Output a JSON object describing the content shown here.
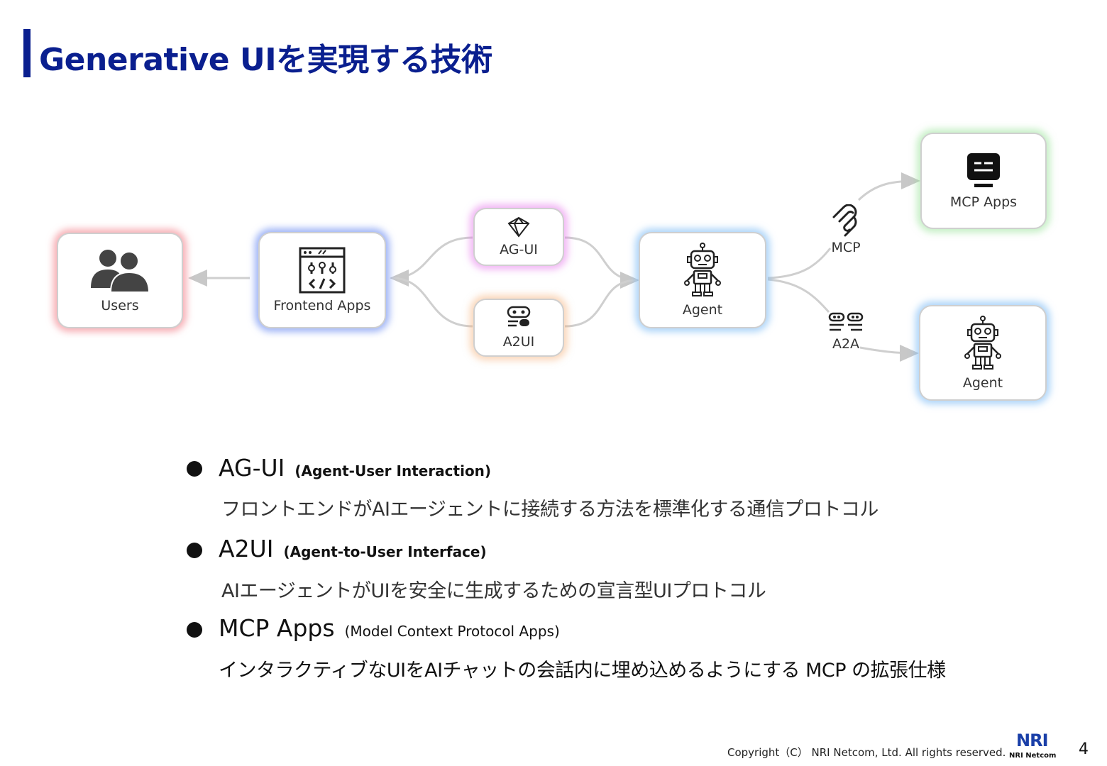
{
  "slide": {
    "title": "Generative UIを実現する技術",
    "page_number": "4",
    "copyright": "Copyright（C） NRI Netcom, Ltd. All rights reserved.",
    "logo": {
      "mark": "NRI",
      "text": "NRI Netcom"
    }
  },
  "diagram": {
    "nodes": {
      "users": {
        "label": "Users",
        "icon": "users-icon",
        "glow": "#f06e78"
      },
      "frontend": {
        "label": "Frontend Apps",
        "icon": "code-window-icon",
        "glow": "#5f82f0"
      },
      "agui": {
        "label": "AG-UI",
        "icon": "crystal-icon",
        "glow": "#e678eb"
      },
      "a2ui": {
        "label": "A2UI",
        "icon": "a2ui-icon",
        "glow": "#f5af78"
      },
      "agent": {
        "label": "Agent",
        "icon": "robot-icon",
        "glow": "#78b9f5"
      },
      "mcp_apps": {
        "label": "MCP Apps",
        "icon": "terminal-icon",
        "glow": "#96e196"
      },
      "agent2": {
        "label": "Agent",
        "icon": "robot-icon",
        "glow": "#78b9f5"
      }
    },
    "protocols": {
      "mcp": {
        "label": "MCP",
        "icon": "mcp-icon"
      },
      "a2a": {
        "label": "A2A",
        "icon": "a2a-icon"
      }
    }
  },
  "bullets": [
    {
      "name": "AG-UI",
      "sub": "(Agent-User Interaction)",
      "desc": "フロントエンドがAIエージェントに接続する方法を標準化する通信プロトコル"
    },
    {
      "name": "A2UI",
      "sub": "(Agent-to-User Interface)",
      "desc": "AIエージェントがUIを安全に生成するための宣言型UIプロトコル"
    },
    {
      "name": "MCP Apps",
      "sub": "(Model Context Protocol Apps)",
      "desc": "インタラクティブなUIをAIチャットの会話内に埋め込めるようにする MCP の拡張仕様"
    }
  ]
}
